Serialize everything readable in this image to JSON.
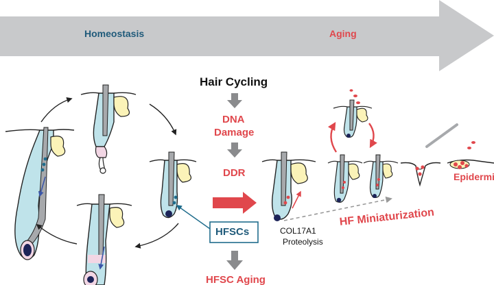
{
  "banner": {
    "left_label": "Homeostasis",
    "right_label": "Aging",
    "colors": {
      "fill": "#c8c9cb",
      "left_text": "#1f5a7a",
      "right_text": "#e0474c"
    }
  },
  "flow": {
    "title": "Hair Cycling",
    "step1_line1": "DNA",
    "step1_line2": "Damage",
    "step2": "DDR",
    "bottom": "HFSC Aging"
  },
  "labels": {
    "hfscs": "HFSCs",
    "col17a1_line1": "COL17A1",
    "col17a1_line2": "Proteolysis",
    "hf_miniaturization": "HF Miniaturization",
    "epidermis": "Epidermis"
  },
  "colors": {
    "accent_red": "#e0474c",
    "label_blue": "#1f5a7a",
    "hair_gray": "#a7a9ac",
    "sheath_cyan": "#bfe3ea",
    "gland_yellow": "#fbf3b8",
    "papilla_pink": "#f2d6e4",
    "nucleus_navy": "#1c2358",
    "stem_teal": "#1f6c8c"
  }
}
